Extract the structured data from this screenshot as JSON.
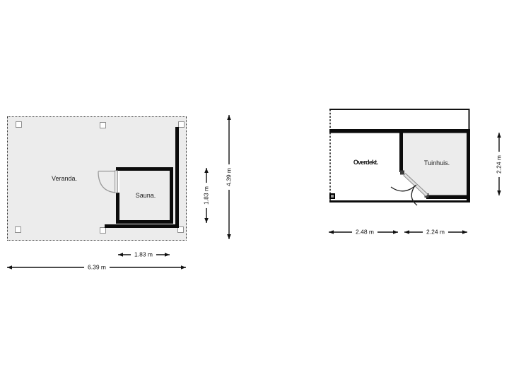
{
  "plans": {
    "veranda": {
      "veranda_label": "Veranda.",
      "sauna_label": "Sauna.",
      "dim_sauna_width": "1.83 m",
      "dim_veranda_width": "6.39 m",
      "dim_sauna_height": "1.83 m",
      "dim_veranda_height": "4.39 m"
    },
    "tuinhuis": {
      "overdekt_label": "Overdekt.",
      "tuinhuis_label": "Tuinhuis.",
      "dim_overdekt_width": "2.48 m",
      "dim_tuinhuis_width": "2.24 m",
      "dim_tuinhuis_height": "2.24 m"
    }
  },
  "colors": {
    "wall": "#0b0b0b",
    "room_fill": "#ececec",
    "dimension_line": "#111111",
    "background": "#ffffff"
  }
}
